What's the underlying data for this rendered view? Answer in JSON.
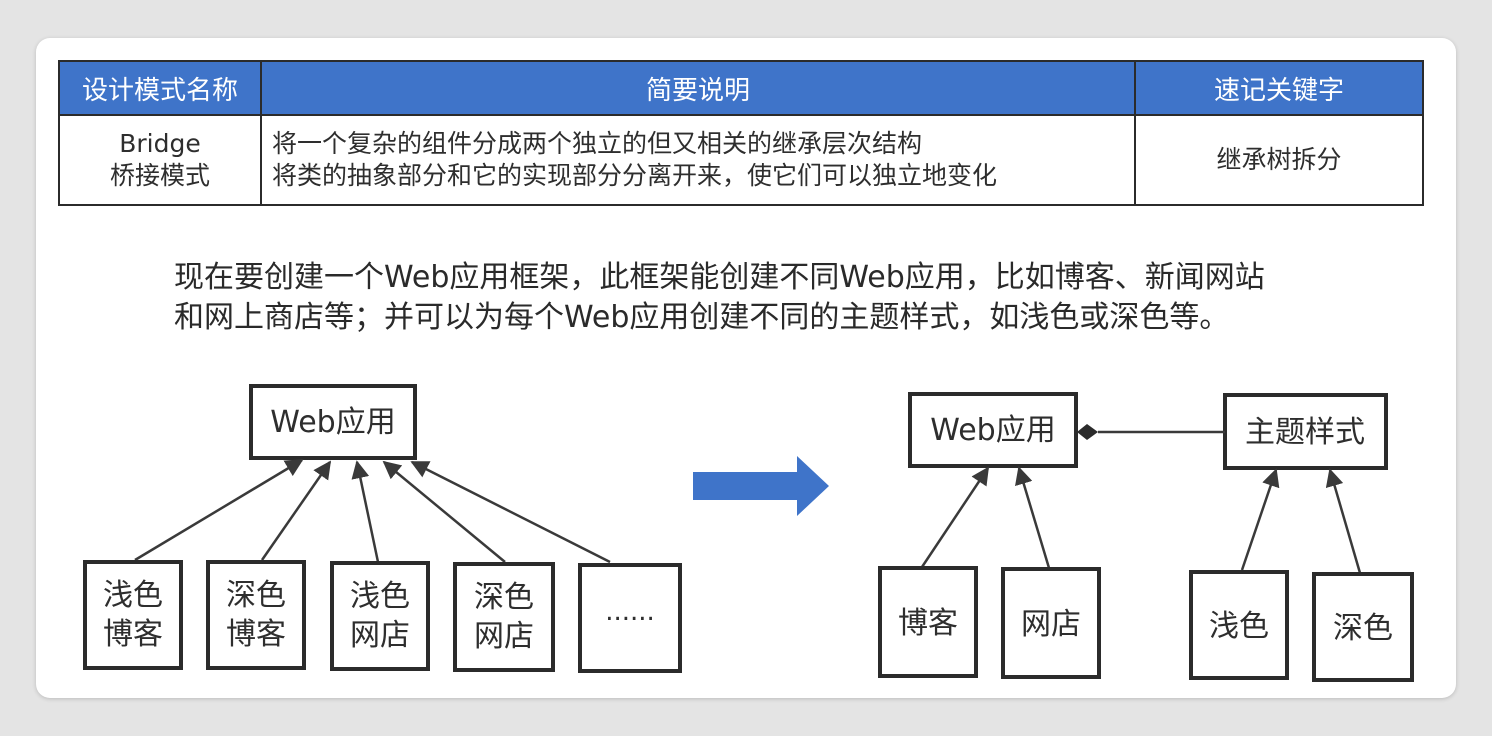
{
  "table": {
    "headers": [
      "设计模式名称",
      "简要说明",
      "速记关键字"
    ],
    "row": {
      "name_line1": "Bridge",
      "name_line2": "桥接模式",
      "desc_line1": "将一个复杂的组件分成两个独立的但又相关的继承层次结构",
      "desc_line2": "将类的抽象部分和它的实现部分分离开来，使它们可以独立地变化",
      "keyword": "继承树拆分"
    }
  },
  "intro": {
    "line1": "现在要创建一个Web应用框架，此框架能创建不同Web应用，比如博客、新闻网站",
    "line2": "和网上商店等；并可以为每个Web应用创建不同的主题样式，如浅色或深色等。"
  },
  "left_diagram": {
    "parent": "Web应用",
    "children": [
      {
        "line1": "浅色",
        "line2": "博客"
      },
      {
        "line1": "深色",
        "line2": "博客"
      },
      {
        "line1": "浅色",
        "line2": "网店"
      },
      {
        "line1": "深色",
        "line2": "网店"
      },
      {
        "line1": "......",
        "line2": ""
      }
    ]
  },
  "right_diagram": {
    "abstraction": "Web应用",
    "implementor": "主题样式",
    "abstraction_children": [
      "博客",
      "网店"
    ],
    "implementor_children": [
      "浅色",
      "深色"
    ]
  },
  "colors": {
    "header_bg": "#3f74c9",
    "arrow_blue": "#3f74c9",
    "line": "#2b2b2b"
  }
}
